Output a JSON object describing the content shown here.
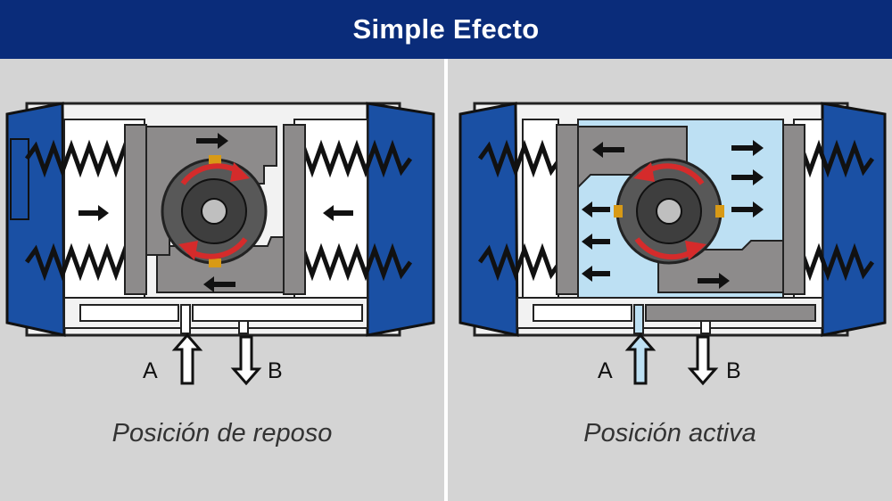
{
  "title": "Simple Efecto",
  "panels": [
    {
      "id": "rest",
      "caption": "Posición de reposo",
      "port_a": "A",
      "port_b": "B",
      "chamber_color": "#ffffff"
    },
    {
      "id": "active",
      "caption": "Posición activa",
      "port_a": "A",
      "port_b": "B",
      "chamber_color": "#bde0f3"
    }
  ],
  "colors": {
    "header": "#0a2c7a",
    "end_cap": "#1a50a4",
    "piston": "#8d8b8b",
    "rotation_arrow": "#d52b2b",
    "key": "#d89a16",
    "active_fluid": "#bde0f3"
  }
}
